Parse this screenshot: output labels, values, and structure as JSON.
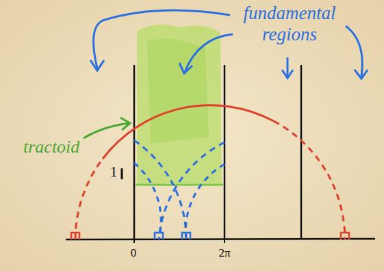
{
  "diagram": {
    "labels": [
      "fundamental regions",
      "tractoid",
      "1",
      "0",
      "2π"
    ]
  }
}
